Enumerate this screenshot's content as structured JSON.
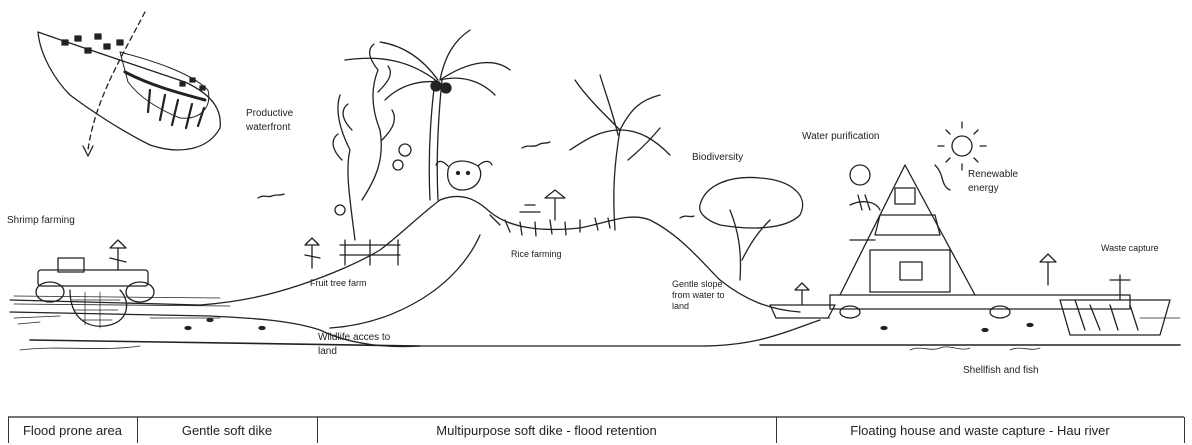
{
  "labels": {
    "shrimp_farming": "Shrimp farming",
    "productive_waterfront_1": "Productive",
    "productive_waterfront_2": "waterfront",
    "fruit_tree_farm": "Fruit tree farm",
    "wildlife_1": "Wildlife acces to",
    "wildlife_2": "land",
    "rice_farming": "Rice farming",
    "biodiversity": "Biodiversity",
    "gentle_slope_1": "Gentle slope",
    "gentle_slope_2": "from water to",
    "gentle_slope_3": "land",
    "water_purification": "Water purification",
    "renewable_1": "Renewable",
    "renewable_2": "energy",
    "waste_capture": "Waste capture",
    "shellfish": "Shellfish and fish"
  },
  "zones": [
    {
      "label": "Flood prone area"
    },
    {
      "label": "Gentle soft dike"
    },
    {
      "label": "Multipurpose soft dike - flood retention"
    },
    {
      "label": "Floating house and waste capture  - Hau river"
    }
  ]
}
